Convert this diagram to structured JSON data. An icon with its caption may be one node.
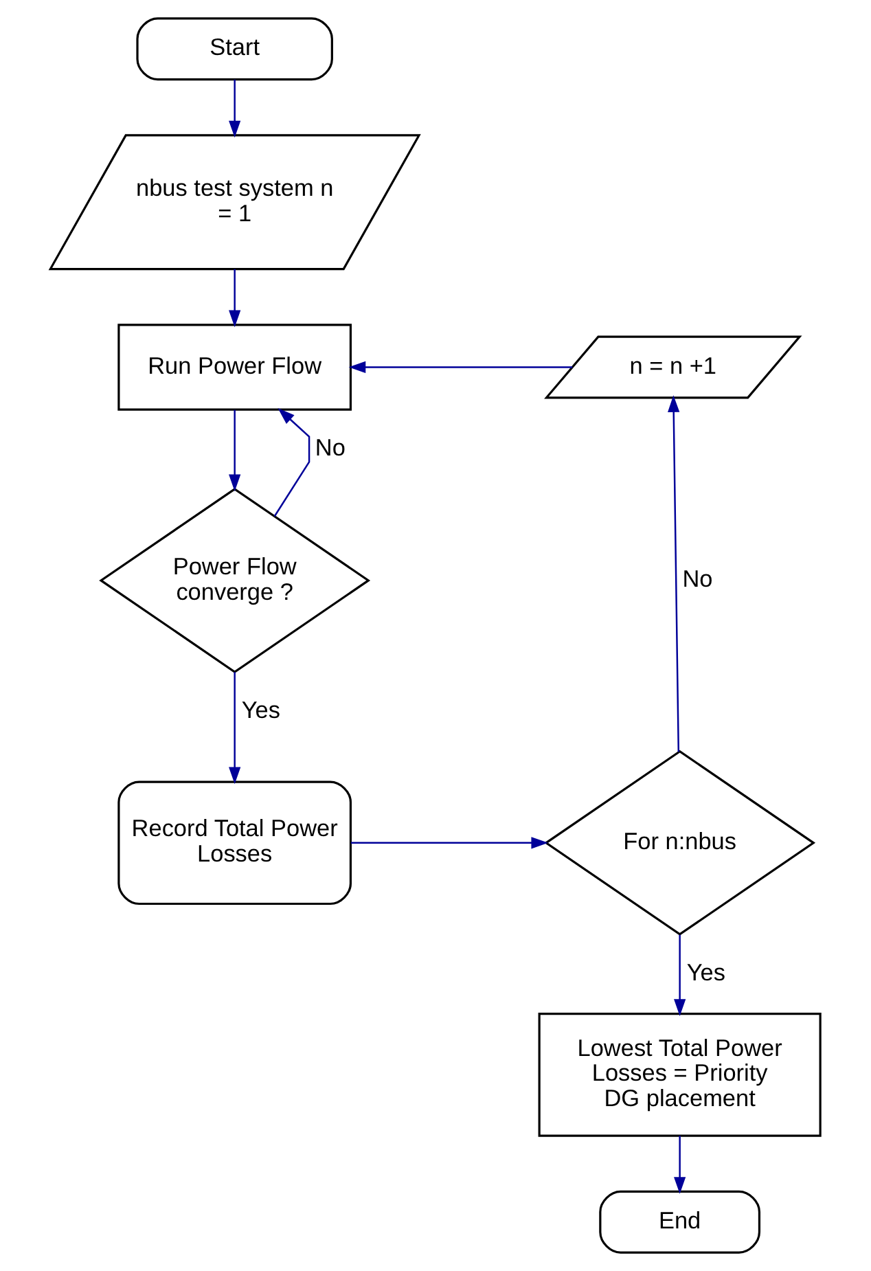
{
  "diagram": {
    "nodes": [
      {
        "text": [
          "Start"
        ]
      },
      {
        "text": [
          "nbus test system n = 1"
        ]
      },
      {
        "text": [
          "Run Power Flow"
        ]
      },
      {
        "text": [
          "Power Flow converge ?"
        ]
      },
      {
        "text": [
          "Record Total Power Losses"
        ]
      },
      {
        "text": [
          "For n:nbus"
        ]
      },
      {
        "text": [
          "n = n +1"
        ]
      },
      {
        "text": [
          "Lowest Total Power Losses = Priority DG placement"
        ]
      },
      {
        "text": [
          "End"
        ]
      }
    ],
    "edges": [
      {
        "from": 0,
        "to": 1,
        "arrow": "to"
      },
      {
        "from": 1,
        "to": 2,
        "arrow": "to"
      },
      {
        "from": 3,
        "to": 2,
        "arrow": "to",
        "label": "No"
      },
      {
        "from": 2,
        "to": 3,
        "arrow": "to"
      },
      {
        "from": 3,
        "to": 4,
        "arrow": "to",
        "label": "Yes"
      },
      {
        "from": 4,
        "to": 5,
        "arrow": "to"
      },
      {
        "from": 5,
        "to": 6,
        "arrow": "to",
        "label": "No"
      },
      {
        "from": 6,
        "to": 2,
        "arrow": "to"
      },
      {
        "from": 5,
        "to": 7,
        "arrow": "to",
        "label": "Yes"
      },
      {
        "from": 7,
        "to": 8,
        "arrow": "to"
      }
    ]
  }
}
